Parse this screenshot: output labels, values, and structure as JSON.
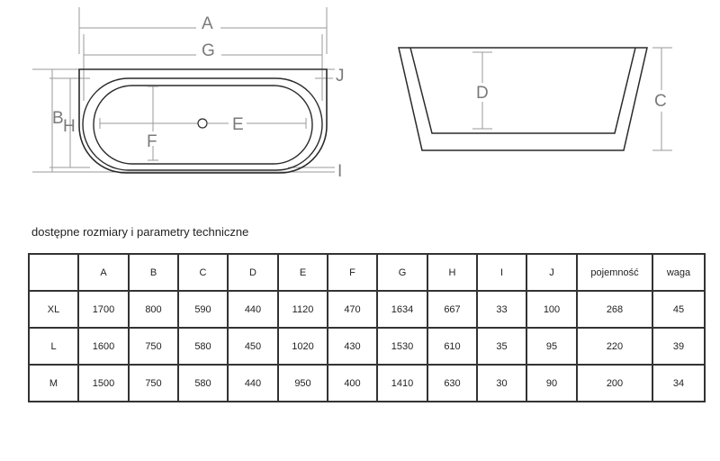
{
  "drawing": {
    "top_view": {
      "labels": {
        "A": "A",
        "G": "G",
        "J": "J",
        "B": "B",
        "H": "H",
        "F": "F",
        "E": "E",
        "I": "I"
      }
    },
    "side_view": {
      "labels": {
        "D": "D",
        "C": "C"
      }
    }
  },
  "section": {
    "title": "dostępne rozmiary i parametry techniczne"
  },
  "table": {
    "columns": [
      "",
      "A",
      "B",
      "C",
      "D",
      "E",
      "F",
      "G",
      "H",
      "I",
      "J",
      "pojemność",
      "waga"
    ],
    "rows": [
      [
        "XL",
        "1700",
        "800",
        "590",
        "440",
        "1120",
        "470",
        "1634",
        "667",
        "33",
        "100",
        "268",
        "45"
      ],
      [
        "L",
        "1600",
        "750",
        "580",
        "450",
        "1020",
        "430",
        "1530",
        "610",
        "35",
        "95",
        "220",
        "39"
      ],
      [
        "M",
        "1500",
        "750",
        "580",
        "440",
        "950",
        "400",
        "1410",
        "630",
        "30",
        "90",
        "200",
        "34"
      ]
    ]
  },
  "colors": {
    "outline": "#2a2a2a",
    "dimension_line": "#9a9a9a",
    "dimension_text": "#7a7a7a",
    "table_border": "#333333"
  }
}
